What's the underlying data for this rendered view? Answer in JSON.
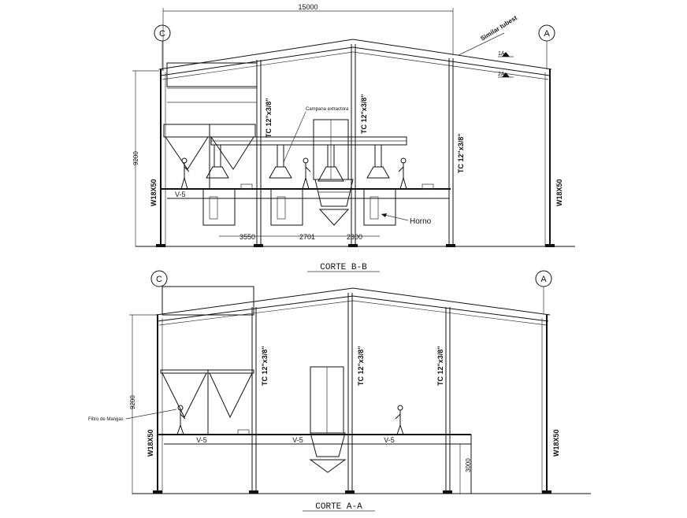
{
  "sections": {
    "bb": {
      "title": "CORTE B-B",
      "grid_left": "C",
      "grid_right": "A",
      "overall_dim": "15000",
      "height_dim": "9200",
      "roof_label": "Similar tubest",
      "col_label_left": "W18X50",
      "col_label_right": "W18X50",
      "tc_labels": [
        "TC 12\"x3/8\"",
        "TC 12\"x3/8\"",
        "TC 12\"x3/8\""
      ],
      "campana_label": "Campana extractora",
      "v5_label": "V-5",
      "horno_label": "Horno",
      "bottom_dims": [
        "3550",
        "2701",
        "2300"
      ],
      "level_marks": [
        "1A",
        "2A"
      ]
    },
    "aa": {
      "title": "CORTE A-A",
      "grid_left": "C",
      "grid_right": "A",
      "height_dim": "9200",
      "col_label_left": "W18X50",
      "col_label_right": "W18X50",
      "tc_labels": [
        "TC 12\"x3/8\"",
        "TC 12\"x3/8\"",
        "TC 12\"x3/8\""
      ],
      "filtro_label": "Filtro de Mangas",
      "v5_labels": [
        "V-5",
        "V-5",
        "V-5"
      ],
      "pit_dim": "3000"
    }
  }
}
